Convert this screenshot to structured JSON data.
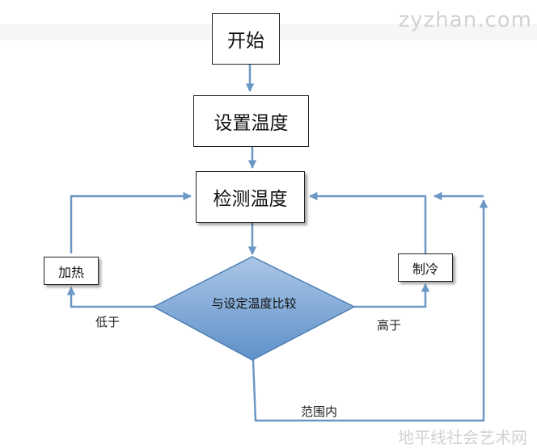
{
  "watermark_top": "zyzhan.com",
  "watermark_bottom": "地平线社会艺术网",
  "nodes": {
    "start": "开始",
    "set_temp": "设置温度",
    "detect_temp": "检测温度",
    "compare": "与设定温度比较",
    "heat": "加热",
    "cool": "制冷"
  },
  "edge_labels": {
    "lower": "低于",
    "higher": "高于",
    "in_range": "范围内"
  },
  "colors": {
    "connector": "#6b97c4",
    "diamond_fill_top": "#aac6e6",
    "diamond_fill_bottom": "#5f91c9",
    "diamond_stroke": "#4f7fb3"
  }
}
